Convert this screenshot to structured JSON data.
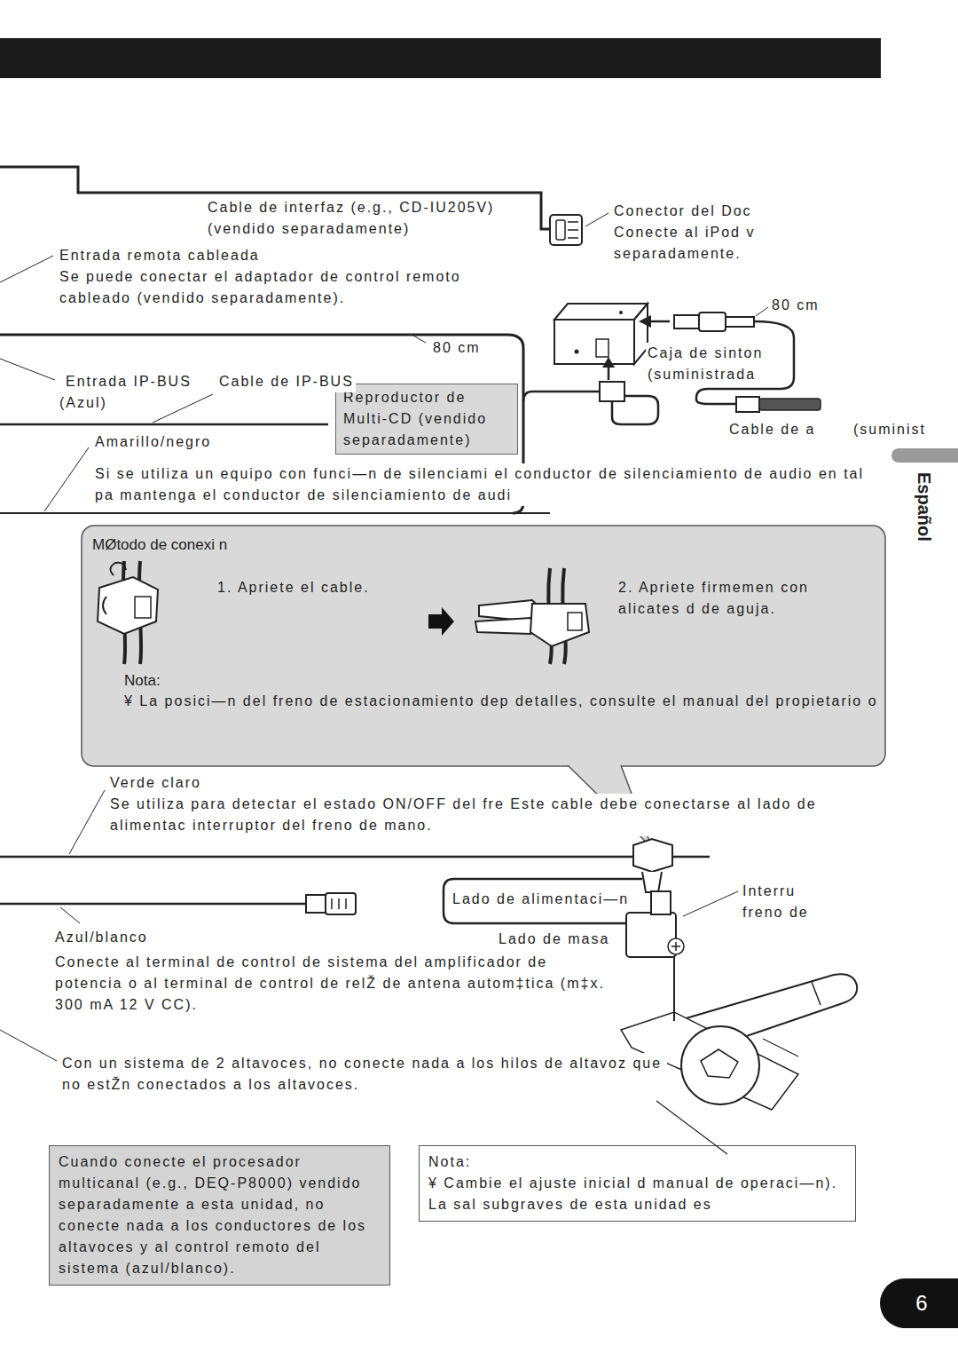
{
  "diagram": {
    "nodes": [
      {
        "text": [
          "Reproductor de Multi-CD (vendido separadamente)"
        ]
      },
      {
        "text": [
          "MØtodo de conexi n",
          "1. Apriete el cable.",
          "2. Apriete firmemen con alicates d de aguja.",
          "Nota:",
          "¥ La posici—n del freno de estacionamiento dep detalles, consulte el manual del propietario o"
        ]
      },
      {
        "text": [
          "Cuando conecte el procesador multicanal (e.g., DEQ-P8000) vendido separadamente a esta unidad, no conecte nada a los conductores de los altavoces y al control remoto del sistema (azul/blanco)."
        ]
      },
      {
        "text": [
          "Nota:",
          "¥ Cambie el ajuste inicial d manual de operaci—n). La sal subgraves de esta unidad es"
        ]
      },
      {
        "text": [
          "6"
        ]
      }
    ],
    "labels": [
      "Conector del Doc",
      "Conecte al iPod v",
      "separadamente.",
      "Cable de interfaz (e.g., CD-IU205V)",
      "(vendido separadamente)",
      "Entrada remota cableada",
      "Se puede conectar el adaptador de control remoto cableado (vendido separadamente).",
      "80 cm",
      "80 cm",
      "Caja de sinton",
      "(suministrada",
      "Entrada IP-BUS",
      "(Azul)",
      "Cable de IP-BUS",
      "Cable de a",
      "(suminist",
      "Amarillo/negro",
      "Si se utiliza un equipo con funci—n de silenciami el conductor de silenciamiento de audio en tal pa mantenga el conductor de silenciamiento de audi",
      "Verde claro",
      "Se utiliza para detectar el estado ON/OFF del fre Este cable debe conectarse al lado de alimentac interruptor del freno de mano.",
      "Interru",
      "freno de",
      "Lado de alimentaci—n",
      "Azul/blanco",
      "Lado de masa",
      "Conecte al terminal de control de sistema del amplificador de potencia o al terminal de control de relŽ de antena autom‡tica (m‡x. 300 mA 12 V CC).",
      "Con un sistema de 2 altavoces, no conecte nada a los hilos de altavoz que no estŽn conectados a los altavoces.",
      "Español"
    ]
  }
}
